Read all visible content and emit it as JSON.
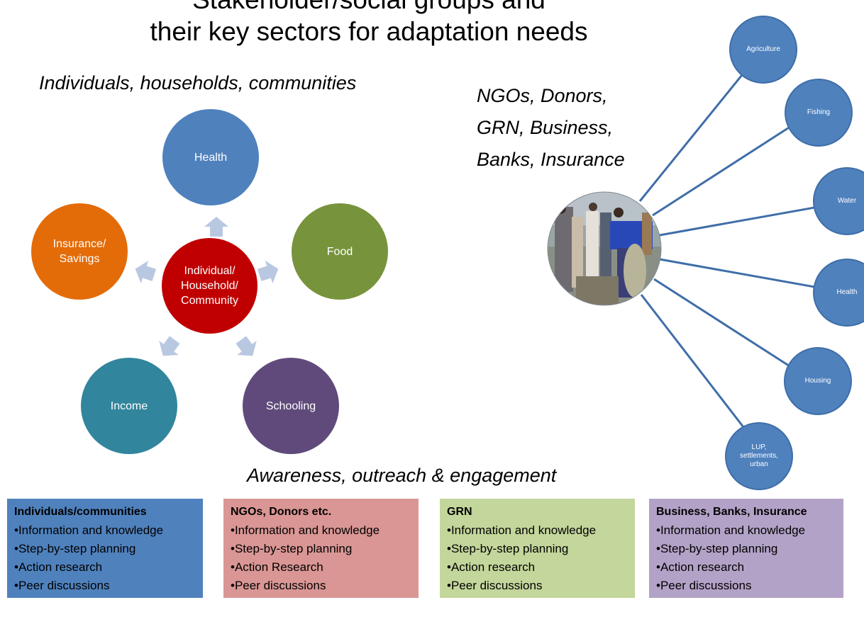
{
  "title": {
    "line1": "Stakeholder/social groups and",
    "line2": "their key sectors for adaptation needs"
  },
  "left_heading": "Individuals, households, communities",
  "right_heading": [
    "NGOs, Donors,",
    "GRN, Business,",
    "Banks, Insurance"
  ],
  "center_node": "Individual/ Household/ Community",
  "left_nodes": {
    "health": "Health",
    "food": "Food",
    "schooling": "Schooling",
    "income": "Income",
    "insurance": "Insurance/ Savings"
  },
  "right_nodes": [
    "Agriculture",
    "Fishing",
    "Water",
    "Health",
    "Housing",
    "LUP, settlements, urban"
  ],
  "hub_photo": "people gathered at a fishing site",
  "awareness_heading": "Awareness, outreach & engagement",
  "boxes": [
    {
      "title": "Individuals/communities",
      "items": [
        "Information and knowledge",
        "Step-by-step planning",
        "Action research",
        "Peer discussions"
      ],
      "color": "#4f81bd"
    },
    {
      "title": "NGOs, Donors etc.",
      "items": [
        "Information and knowledge",
        "Step-by-step planning",
        "Action Research",
        "Peer discussions"
      ],
      "color": "#d99694"
    },
    {
      "title": "GRN",
      "items": [
        "Information and knowledge",
        "Step-by-step planning",
        "Action research",
        "Peer discussions"
      ],
      "color": "#c3d69b"
    },
    {
      "title": "Business, Banks, Insurance",
      "items": [
        "Information and knowledge",
        "Step-by-step planning",
        "Action research",
        "Peer discussions"
      ],
      "color": "#b3a2c7"
    }
  ],
  "colors": {
    "center": "#c00000",
    "health": "#4f81bd",
    "food": "#77933c",
    "schooling": "#604a7b",
    "income": "#31859c",
    "insurance": "#e36c09",
    "arrow": "#b9c8e1",
    "spoke": "#3f6ea8"
  }
}
